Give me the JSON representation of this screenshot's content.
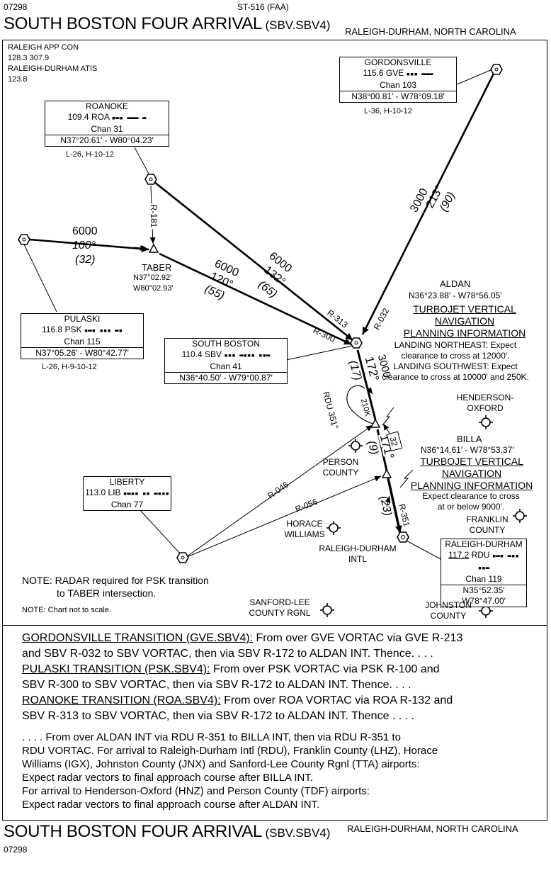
{
  "header": {
    "chart_number": "07298",
    "chart_id": "ST-516 (FAA)",
    "title": "SOUTH BOSTON FOUR ARRIVAL",
    "code": "(SBV.SBV4)",
    "location": "RALEIGH-DURHAM, NORTH CAROLINA"
  },
  "comms": [
    "RALEIGH APP CON",
    "128.3  307.9",
    "RALEIGH-DURHAM ATIS",
    "123.8"
  ],
  "navaids": {
    "gordonsville": {
      "name": "GORDONSVILLE",
      "freq": "115.6  GVE",
      "chan": "Chan 103",
      "coords": "N38°00.81′ - W78°09.18′",
      "charts": "L-36, H-10-12"
    },
    "roanoke": {
      "name": "ROANOKE",
      "freq": "109.4  ROA",
      "chan": "Chan 31",
      "coords": "N37°20.61′ - W80°04.23′",
      "charts": "L-26, H-10-12"
    },
    "pulaski": {
      "name": "PULASKI",
      "freq": "116.8  PSK",
      "chan": "Chan 115",
      "coords": "N37°05.26′ - W80°42.77′",
      "charts": "L-26, H-9-10-12"
    },
    "south_boston": {
      "name": "SOUTH BOSTON",
      "freq": "110.4  SBV",
      "chan": "Chan 41",
      "coords": "N36°40.50′ - W79°00.87′"
    },
    "liberty": {
      "name": "LIBERTY",
      "freq": "113.0  LIB",
      "chan": "Chan 77"
    },
    "raleigh_durham": {
      "name": "RALEIGH-DURHAM",
      "freq_num": "117.2",
      "freq_id": "RDU",
      "chan": "Chan 119",
      "lat": "N35°52.35′",
      "lon": "W78°47.00′"
    }
  },
  "fixes": {
    "taber": {
      "name": "TABER",
      "lat": "N37°02.92′",
      "lon": "W80°02.93′"
    },
    "aldan": {
      "name": "ALDAN",
      "coords": "N36°23.88′ - W78°56.05′"
    },
    "billa": {
      "name": "BILLA",
      "coords": "N36°14.61′ - W78°53.37′"
    }
  },
  "tvpi": {
    "heading": [
      "TURBOJET VERTICAL",
      "NAVIGATION",
      "PLANNING INFORMATION"
    ],
    "aldan_info": [
      "LANDING NORTHEAST:  Expect",
      "clearance to cross at 12000′.",
      "LANDING SOUTHWEST:  Expect",
      "clearance to cross at 10000′ and 250K."
    ],
    "billa_info": [
      "Expect clearance to cross",
      "at or below 9000′."
    ]
  },
  "airports": {
    "henderson": [
      "HENDERSON-",
      "OXFORD"
    ],
    "person": [
      "PERSON",
      "COUNTY"
    ],
    "horace": [
      "HORACE",
      "WILLIAMS"
    ],
    "franklin": [
      "FRANKLIN",
      "COUNTY"
    ],
    "rdu_intl": [
      "RALEIGH-DURHAM",
      "INTL"
    ],
    "sanford": [
      "SANFORD-LEE",
      "COUNTY RGNL"
    ],
    "johnston": [
      "JOHNSTON",
      "COUNTY"
    ]
  },
  "route_labels": {
    "gve_alt": "3000",
    "gve_crs": "213°",
    "gve_dist": "(90)",
    "roa_alt": "6000",
    "roa_crs": "132°",
    "roa_dist": "(65)",
    "psk_alt": "6000",
    "psk_crs": "100°",
    "psk_dist": "(32)",
    "taber_alt": "6000",
    "taber_crs": "120°",
    "taber_dist": "(55)",
    "r181": "R-181",
    "r313": "R-313",
    "r300": "R-300",
    "r032": "R-032",
    "sbv_alt": "3000",
    "sbv_crs": "172°",
    "sbv_dist": "(17)",
    "billa_crs": "171°",
    "billa_dist": "(9)",
    "spd": "210K",
    "rdu351": "RDU 351°",
    "rdu32": "32",
    "r046": "R-046",
    "r056": "R-056",
    "r351": "R-351",
    "final_dist": "(23)"
  },
  "notes": {
    "radar": [
      "NOTE: RADAR required for PSK transition",
      "to TABER intersection."
    ],
    "scale": "NOTE: Chart not to scale."
  },
  "transitions": [
    {
      "name": "GORDONSVILLE TRANSITION (GVE.SBV4):",
      "l1": " From over GVE VORTAC via GVE R-213",
      "l2": "and SBV R-032 to SBV VORTAC, then via SBV R-172 to ALDAN INT. Thence. . . ."
    },
    {
      "name": "PULASKI TRANSITION (PSK.SBV4):",
      "l1": " From over PSK VORTAC via PSK R-100 and",
      "l2": "SBV R-300 to SBV VORTAC, then via SBV R-172 to ALDAN INT. Thence. . . ."
    },
    {
      "name": "ROANOKE TRANSITION (ROA.SBV4):",
      "l1": " From over ROA VORTAC via ROA R-132 and",
      "l2": "SBV R-313 to SBV VORTAC, then via SBV R-172 to ALDAN INT. Thence . . . ."
    }
  ],
  "arrival_desc": [
    ". . . . From over ALDAN INT via RDU R-351 to BILLA INT, then via RDU R-351 to",
    "RDU VORTAC.  For arrival to Raleigh-Durham Intl (RDU), Franklin County (LHZ), Horace",
    "Williams (IGX), Johnston County (JNX) and Sanford-Lee County Rgnl (TTA) airports:",
    "Expect radar vectors to final approach course after BILLA INT.",
    "For arrival to Henderson-Oxford (HNZ) and Person County (TDF) airports:",
    "Expect radar vectors to final approach course after ALDAN INT."
  ]
}
